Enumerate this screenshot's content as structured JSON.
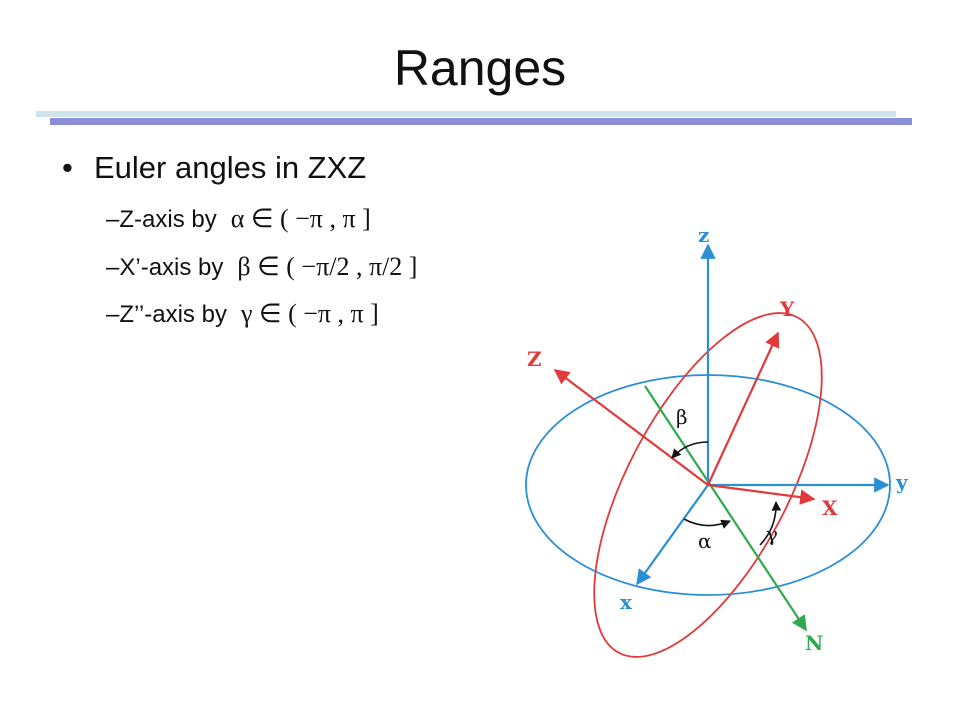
{
  "slide": {
    "title": "Ranges",
    "bullet": "Euler angles in ZXZ",
    "bullet_mark": "•",
    "sub_items": [
      {
        "dash": "–",
        "label": "Z-axis by",
        "range": "α ∈ ( −π , π ]"
      },
      {
        "dash": "–",
        "label": "X’-axis by",
        "range": "β ∈ ( −π/2 , π/2 ]"
      },
      {
        "dash": "–",
        "label": "Z’’-axis by",
        "range": "γ ∈ ( −π , π ]"
      }
    ]
  },
  "diagram": {
    "labels": {
      "z": "z",
      "y": "y",
      "x": "x",
      "Z": "Z",
      "Y": "Y",
      "X": "X",
      "N": "N",
      "alpha": "α",
      "beta": "β",
      "gamma": "γ"
    },
    "colors": {
      "fixed": "#2b8fd6",
      "rotated": "#e2393b",
      "node_line": "#2fa84f"
    }
  }
}
